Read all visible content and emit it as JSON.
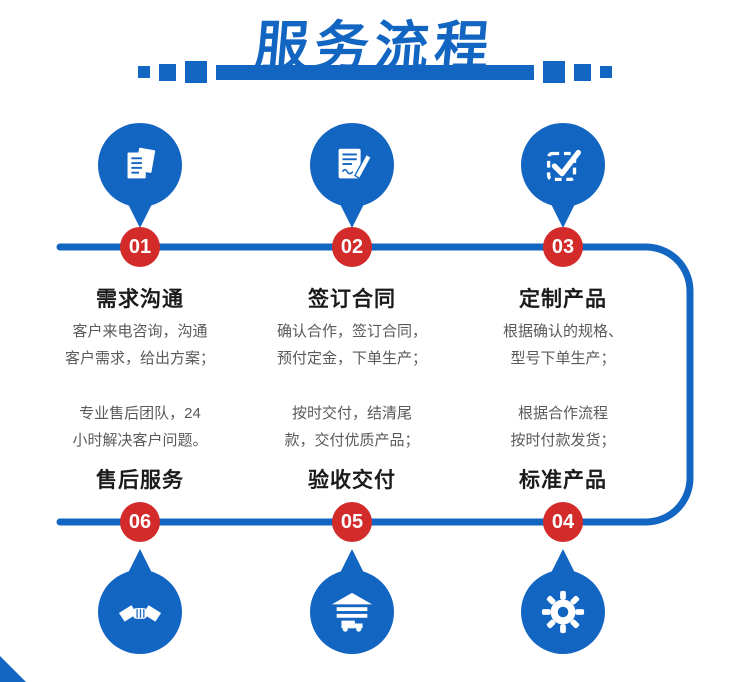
{
  "header": {
    "title": "服务流程"
  },
  "colors": {
    "accent_blue": "#1365c2",
    "badge_red": "#d32a2a"
  },
  "flow": {
    "top_steps": [
      {
        "number": "01",
        "title": "需求沟通",
        "icon": "documents-icon",
        "desc_lines": [
          "客户来电咨询，沟通",
          "客户需求，给出方案；"
        ]
      },
      {
        "number": "02",
        "title": "签订合同",
        "icon": "contract-sign-icon",
        "desc_lines": [
          "确认合作，签订合同，",
          "预付定金，下单生产；"
        ]
      },
      {
        "number": "03",
        "title": "定制产品",
        "icon": "checkmark-icon",
        "desc_lines": [
          "根据确认的规格、",
          "型号下单生产；"
        ]
      }
    ],
    "bottom_steps": [
      {
        "number": "06",
        "title": "售后服务",
        "icon": "handshake-icon",
        "desc_lines": [
          "专业售后团队，24",
          "小时解决客户问题。"
        ]
      },
      {
        "number": "05",
        "title": "验收交付",
        "icon": "warehouse-truck-icon",
        "desc_lines": [
          "按时交付，结清尾",
          "款，交付优质产品；"
        ]
      },
      {
        "number": "04",
        "title": "标准产品",
        "icon": "gear-icon",
        "desc_lines": [
          "根据合作流程",
          "按时付款发货；"
        ]
      }
    ]
  }
}
